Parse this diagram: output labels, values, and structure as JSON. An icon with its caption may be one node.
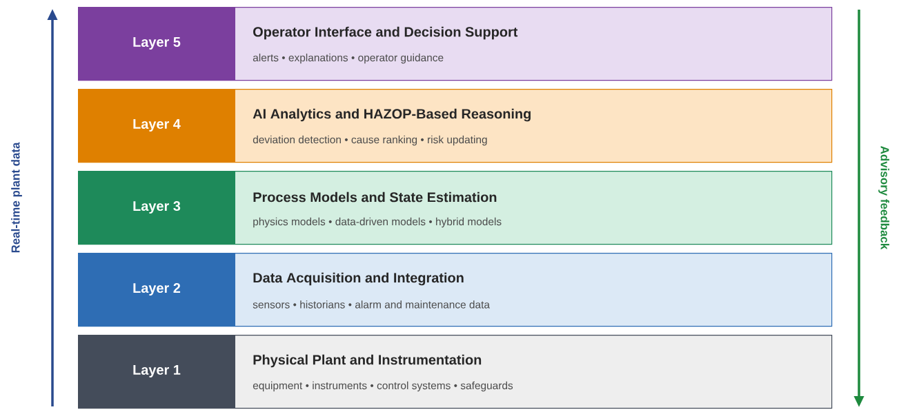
{
  "diagram": {
    "nodes": [
      {
        "text": [
          "Layer 5",
          "Operator Interface and Decision Support",
          "alerts • explanations • operator guidance"
        ]
      },
      {
        "text": [
          "Layer 4",
          "AI Analytics and HAZOP-Based Reasoning",
          "deviation detection • cause ranking • risk updating"
        ]
      },
      {
        "text": [
          "Layer 3",
          "Process Models and State Estimation",
          "physics models • data-driven models • hybrid models"
        ]
      },
      {
        "text": [
          "Layer 2",
          "Data Acquisition and Integration",
          "sensors • historians • alarm and maintenance data"
        ]
      },
      {
        "text": [
          "Layer 1",
          "Physical Plant and Instrumentation",
          "equipment • instruments • control systems • safeguards"
        ]
      }
    ],
    "labels": [
      "Real-time plant data",
      "Advisory feedback"
    ]
  }
}
